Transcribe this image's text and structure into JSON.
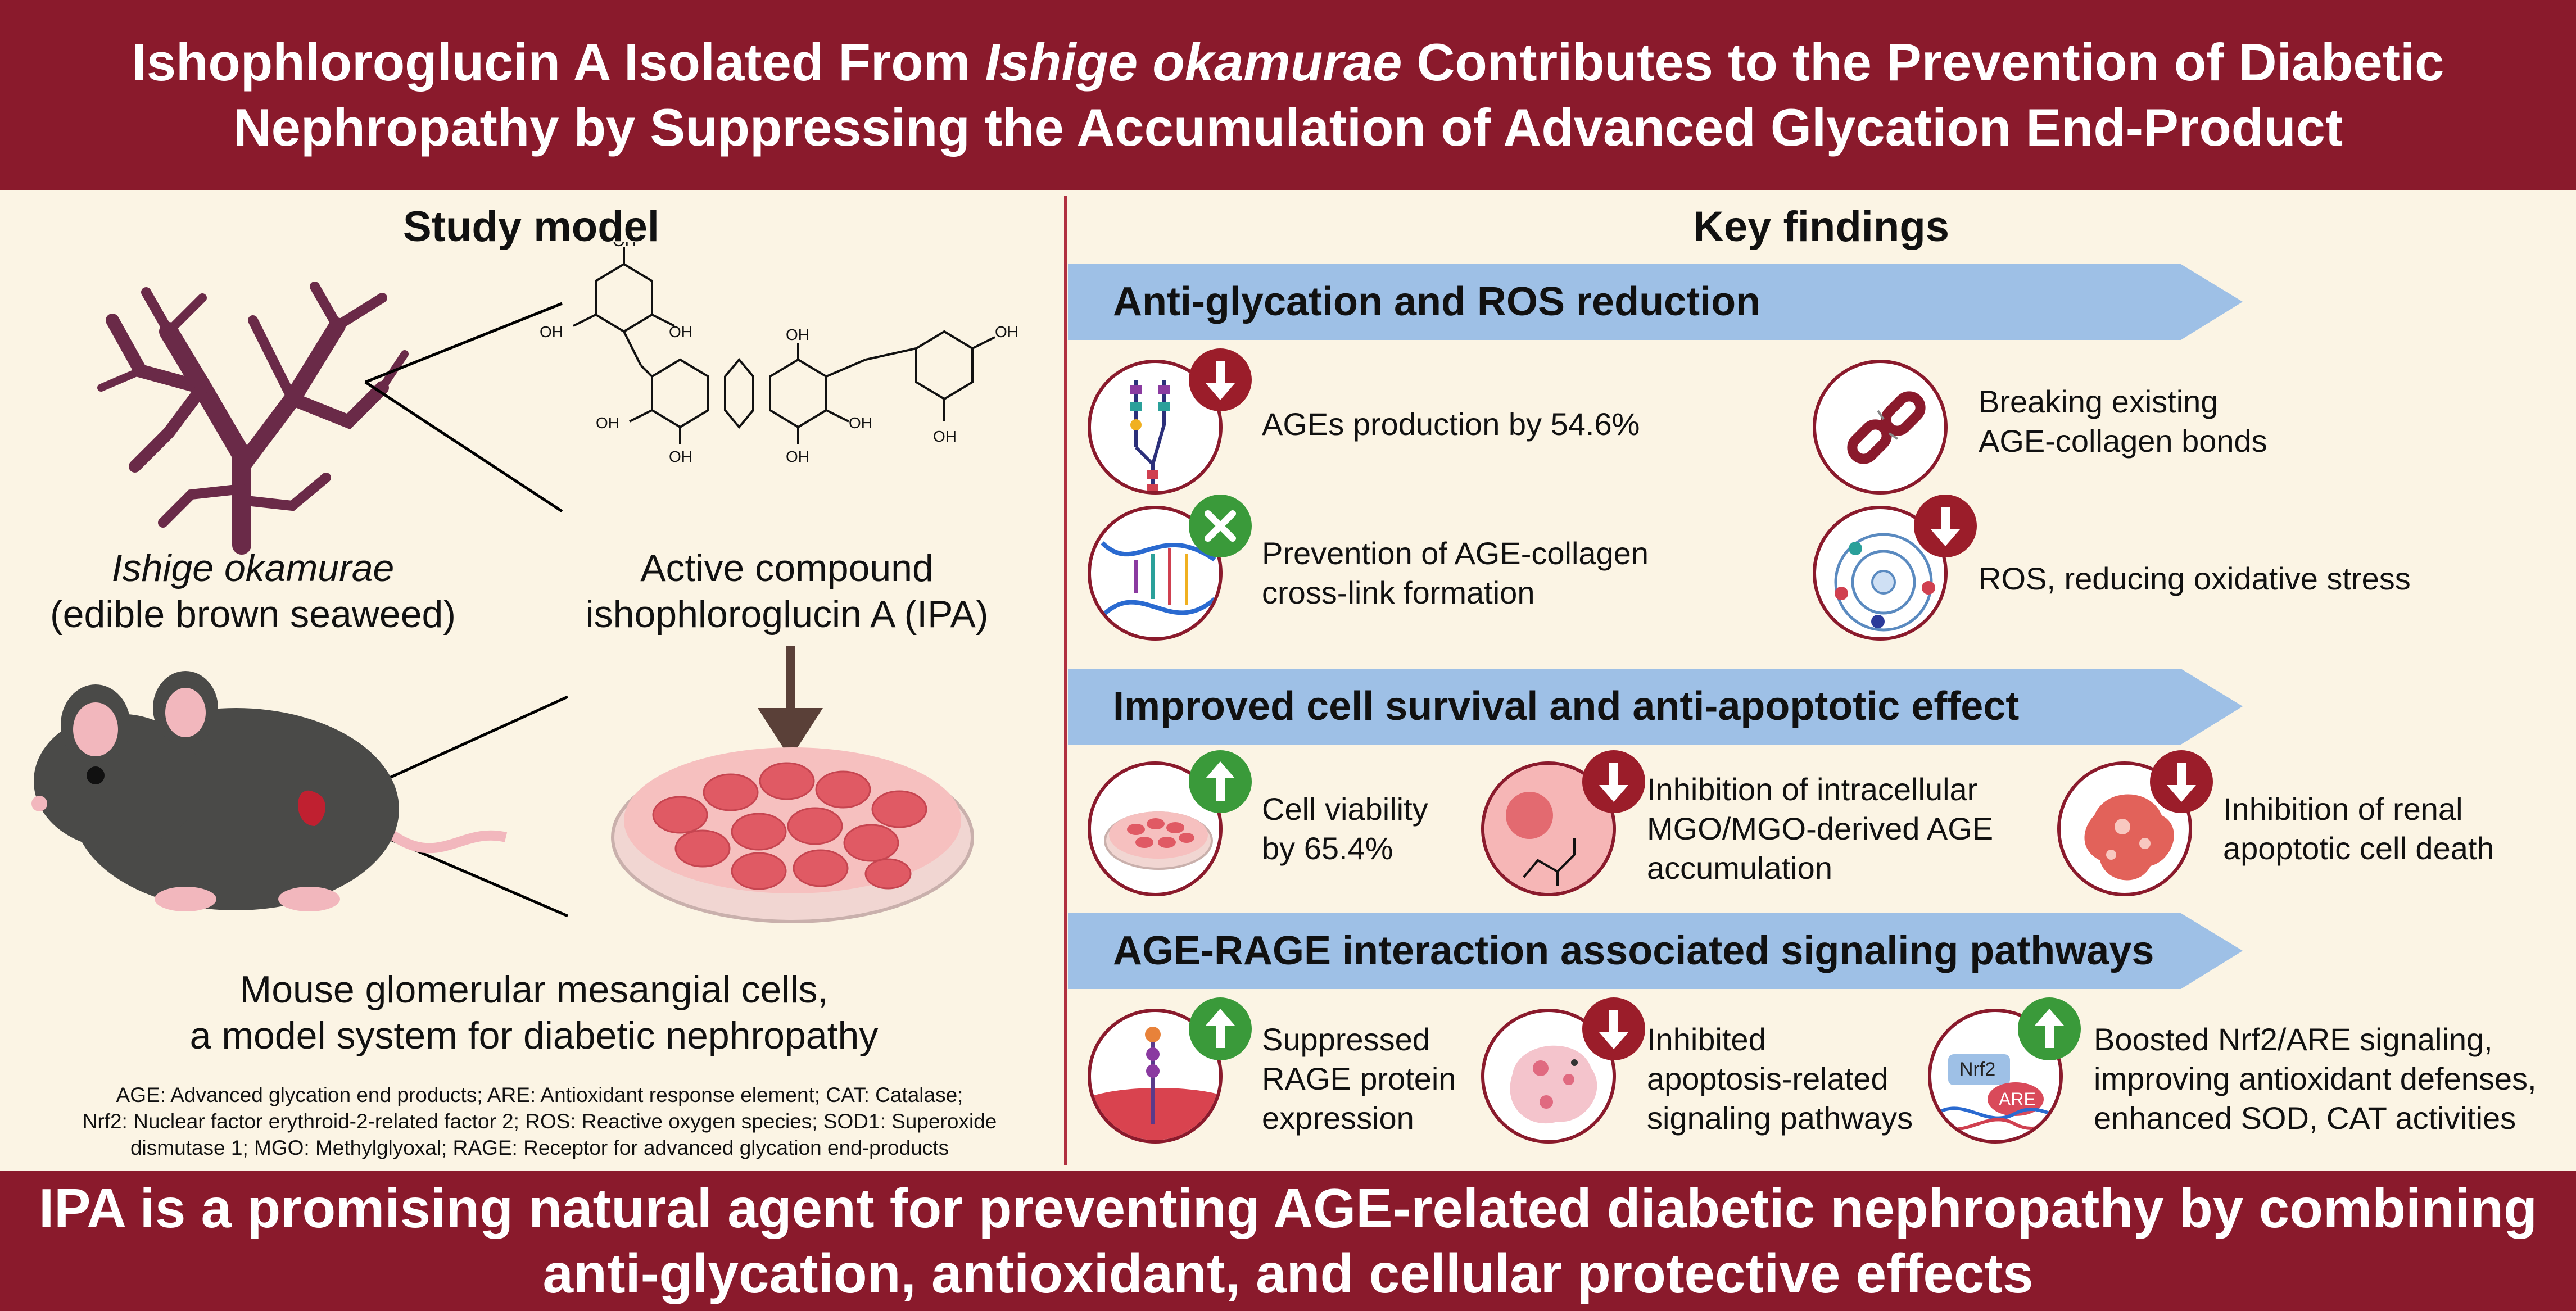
{
  "title": {
    "line1_a": "Ishophloroglucin A Isolated From ",
    "line1_italic": "Ishige okamurae",
    "line1_b": " Contributes to the Prevention of Diabetic",
    "line2": "Nephropathy by Suppressing the Accumulation of Advanced Glycation End-Product"
  },
  "study_model": {
    "heading": "Study model",
    "seaweed_name": "Ishige okamurae",
    "seaweed_desc": "(edible brown seaweed)",
    "compound_line1": "Active compound",
    "compound_line2": "ishophloroglucin A (IPA)",
    "cells_line1": "Mouse glomerular mesangial cells,",
    "cells_line2": "a model system for diabetic nephropathy",
    "abbreviations": [
      "AGE: Advanced glycation end products; ARE: Antioxidant response element; CAT: Catalase;",
      "Nrf2: Nuclear factor erythroid-2-related factor 2; ROS: Reactive oxygen species; SOD1: Superoxide",
      "dismutase 1; MGO: Methylglyoxal; RAGE: Receptor for advanced glycation end-products"
    ],
    "oh_label": "OH"
  },
  "key_findings": {
    "heading": "Key findings",
    "sections": [
      {
        "title": "Anti-glycation and ROS reduction",
        "items": [
          {
            "lines": [
              "AGEs production by 54.6%"
            ],
            "badge": "down"
          },
          {
            "lines": [
              "Breaking existing",
              "AGE-collagen bonds"
            ],
            "badge": "none"
          },
          {
            "lines": [
              "Prevention of AGE-collagen",
              "cross-link formation"
            ],
            "badge": "cross"
          },
          {
            "lines": [
              "ROS, reducing oxidative stress"
            ],
            "badge": "down"
          }
        ]
      },
      {
        "title": "Improved cell survival and anti-apoptotic effect",
        "items": [
          {
            "lines": [
              "Cell viability",
              "by 65.4%"
            ],
            "badge": "up"
          },
          {
            "lines": [
              "Inhibition of intracellular",
              "MGO/MGO-derived AGE",
              "accumulation"
            ],
            "badge": "down"
          },
          {
            "lines": [
              "Inhibition of renal",
              "apoptotic cell death"
            ],
            "badge": "down"
          }
        ]
      },
      {
        "title": "AGE-RAGE interaction associated signaling pathways",
        "items": [
          {
            "lines": [
              "Suppressed",
              "RAGE protein",
              "expression"
            ],
            "badge": "up"
          },
          {
            "lines": [
              "Inhibited",
              "apoptosis-related",
              "signaling pathways"
            ],
            "badge": "down"
          },
          {
            "lines": [
              "Boosted Nrf2/ARE signaling,",
              "improving antioxidant defenses,",
              "enhanced SOD, CAT activities"
            ],
            "badge": "up"
          }
        ]
      }
    ],
    "nrf2_label": "Nrf2",
    "are_label": "ARE"
  },
  "conclusion": {
    "line1": "IPA is a promising natural agent for preventing AGE-related diabetic nephropathy by combining",
    "line2": "anti-glycation, antioxidant, and cellular protective effects"
  },
  "colors": {
    "banner": "#8a1a2c",
    "background": "#fbf4e4",
    "arrow_header": "#9ec0e6",
    "badge_green": "#3a9a3a",
    "badge_red": "#9b1d2a",
    "seaweed": "#6a2a48",
    "dish_cells": "#e05a64"
  }
}
